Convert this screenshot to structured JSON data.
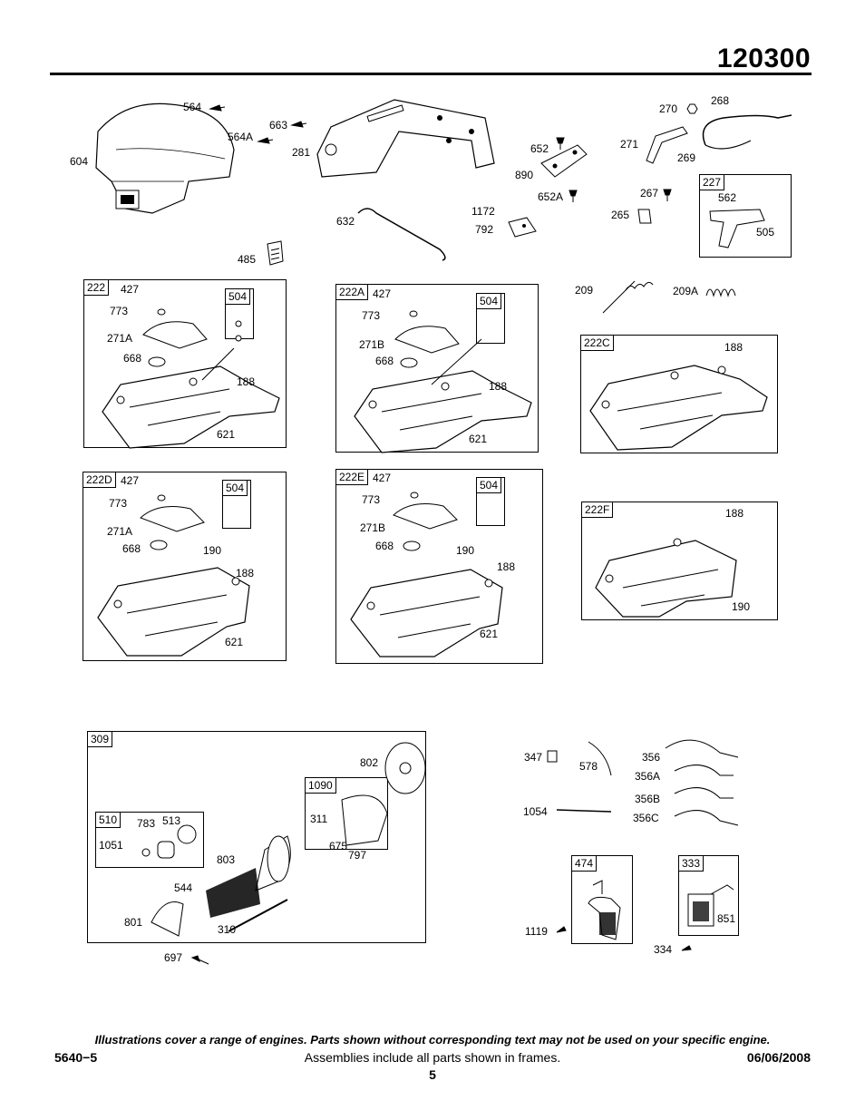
{
  "header": {
    "model_number": "120300"
  },
  "top_parts": {
    "cover": [
      "604",
      "564",
      "564A",
      "663",
      "281",
      "485",
      "632"
    ],
    "bracket": [
      "652",
      "890",
      "652A",
      "1172",
      "792"
    ],
    "control": [
      "270",
      "268",
      "271",
      "269",
      "267",
      "265"
    ]
  },
  "frame_227": {
    "tag": "227",
    "labels": [
      "562",
      "505"
    ]
  },
  "springs": [
    "209",
    "209A"
  ],
  "frame_222": {
    "tag": "222",
    "sub_tag": "504",
    "labels": [
      "427",
      "773",
      "271A",
      "668",
      "188",
      "621"
    ]
  },
  "frame_222A": {
    "tag": "222A",
    "sub_tag": "504",
    "labels": [
      "427",
      "773",
      "271B",
      "668",
      "188",
      "621"
    ]
  },
  "frame_222C": {
    "tag": "222C",
    "labels": [
      "188"
    ]
  },
  "frame_222D": {
    "tag": "222D",
    "sub_tag": "504",
    "labels": [
      "427",
      "773",
      "271A",
      "668",
      "190",
      "188",
      "621"
    ]
  },
  "frame_222E": {
    "tag": "222E",
    "sub_tag": "504",
    "labels": [
      "427",
      "773",
      "271B",
      "668",
      "190",
      "188",
      "621"
    ]
  },
  "frame_222F": {
    "tag": "222F",
    "labels": [
      "188",
      "190"
    ]
  },
  "frame_309": {
    "tag": "309",
    "labels": [
      "802",
      "803",
      "544",
      "801",
      "310"
    ],
    "sub_510": {
      "tag": "510",
      "labels": [
        "783",
        "513",
        "1051"
      ]
    },
    "sub_1090": {
      "tag": "1090",
      "labels": [
        "311",
        "675",
        "797"
      ]
    }
  },
  "below_309": "697",
  "wires": [
    "347",
    "578",
    "1054",
    "356",
    "356A",
    "356B",
    "356C"
  ],
  "frame_474": {
    "tag": "474",
    "outside": "1119"
  },
  "frame_333": {
    "tag": "333",
    "labels": [
      "851"
    ],
    "outside": "334"
  },
  "footer": {
    "note": "Illustrations cover a range of engines. Parts shown without corresponding text may not be used on your specific engine.",
    "left": "5640−5",
    "center": "Assemblies include all parts shown in frames.",
    "right": "06/06/2008",
    "page": "5"
  }
}
